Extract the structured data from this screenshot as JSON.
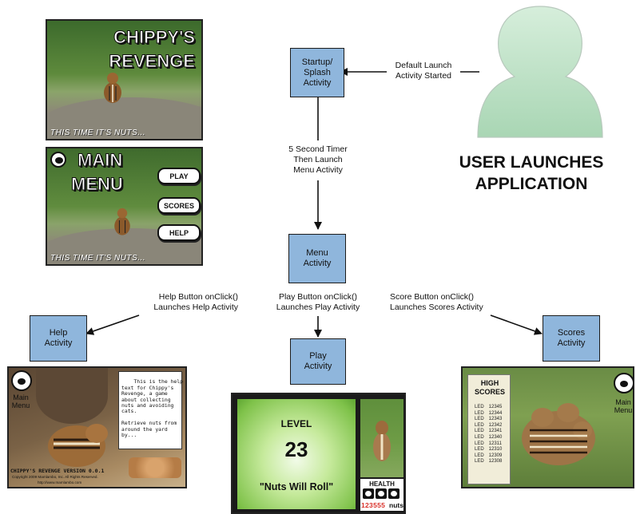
{
  "user": {
    "caption_line1": "USER LAUNCHES",
    "caption_line2": "APPLICATION"
  },
  "nodes": {
    "startup": "Startup/\nSplash\nActivity",
    "menu": "Menu\nActivity",
    "help": "Help\nActivity",
    "play": "Play\nActivity",
    "scores": "Scores\nActivity"
  },
  "edges": {
    "default_launch": "Default Launch\nActivity Started",
    "timer": "5 Second Timer\nThen Launch\nMenu Activity",
    "help_click": "Help Button onClick()\nLaunches Help Activity",
    "play_click": "Play Button onClick()\nLaunches Play Activity",
    "score_click": "Score Button onClick()\nLaunches Scores Activity"
  },
  "splash_screen": {
    "title1": "CHIPPY'S",
    "title2": "REVENGE",
    "tagline": "THIS TIME IT'S NUTS..."
  },
  "menu_screen": {
    "title1": "MAIN",
    "title2": "MENU",
    "play": "PLAY",
    "scores": "SCORES",
    "help": "HELP",
    "tagline": "THIS TIME IT'S NUTS..."
  },
  "help_screen": {
    "menu_label": "Main\nMenu",
    "help_text": "This is the help\ntext for Chippy's\nRevenge, a game\nabout collecting\nnuts and avoiding\ncats.\n\nRetrieve nuts from\naround the yard\nby...",
    "version": "CHIPPY'S REVENGE VERSION 0.0.1",
    "copyright": "Copyright 2009 Mamlambo, Inc. All Rights Reserved.",
    "url": "http://www.mamlambo.com"
  },
  "play_screen": {
    "level_label": "LEVEL",
    "level_num": "23",
    "level_name": "\"Nuts Will Roll\"",
    "health": "HEALTH",
    "score": "123555",
    "nuts": "nuts"
  },
  "scores_screen": {
    "title1": "HIGH",
    "title2": "SCORES",
    "menu_label": "Main\nMenu",
    "rows": [
      {
        "name": "LED",
        "score": "12345"
      },
      {
        "name": "LED",
        "score": "12344"
      },
      {
        "name": "LED",
        "score": "12343"
      },
      {
        "name": "LED",
        "score": "12342"
      },
      {
        "name": "LED",
        "score": "12341"
      },
      {
        "name": "LED",
        "score": "12340"
      },
      {
        "name": "LED",
        "score": "12311"
      },
      {
        "name": "LED",
        "score": "12310"
      },
      {
        "name": "LED",
        "score": "12309"
      },
      {
        "name": "LED",
        "score": "12308"
      }
    ]
  },
  "colors": {
    "node_fill": "#8fb6dc",
    "user_icon": "#c3e4cc",
    "edge": "#111111"
  }
}
